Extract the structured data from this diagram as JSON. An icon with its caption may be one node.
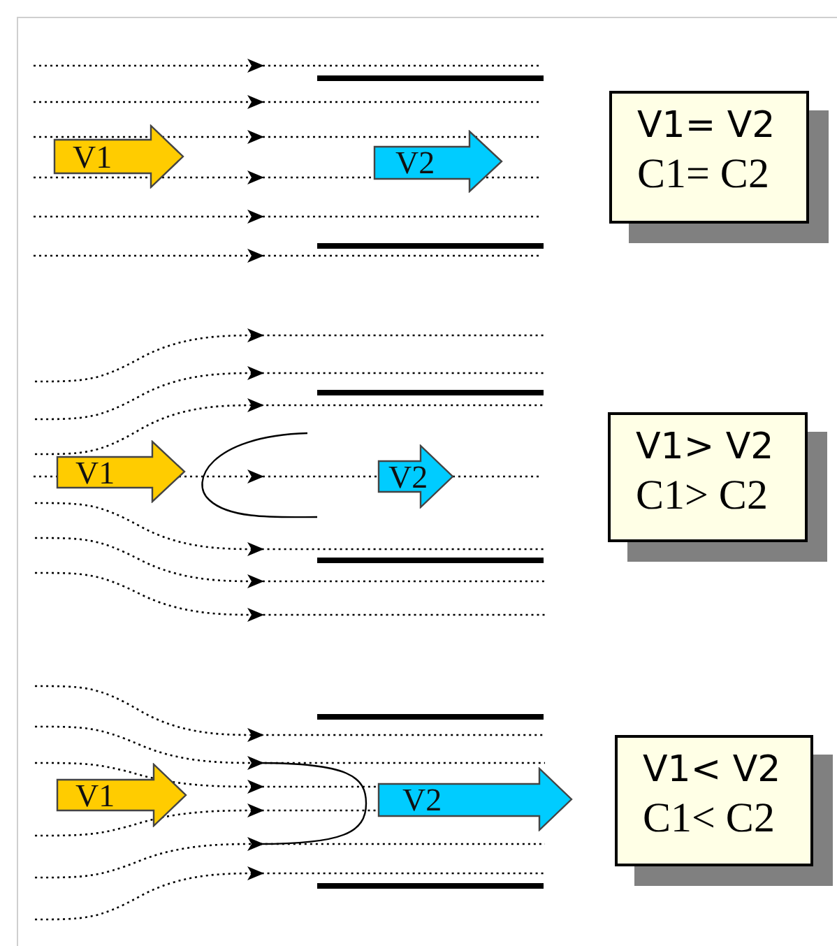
{
  "diagram": {
    "nodes": [
      {
        "text": [
          "V1"
        ]
      },
      {
        "text": [
          "V2"
        ]
      },
      {
        "text": [
          "V1= V2",
          "C1= C2"
        ]
      },
      {
        "text": [
          "V1"
        ]
      },
      {
        "text": [
          "V2"
        ]
      },
      {
        "text": [
          "V1> V2",
          "C1> C2"
        ]
      },
      {
        "text": [
          "V1"
        ]
      },
      {
        "text": [
          "V2"
        ]
      },
      {
        "text": [
          "V1< V2",
          "C1< C2"
        ]
      }
    ]
  }
}
